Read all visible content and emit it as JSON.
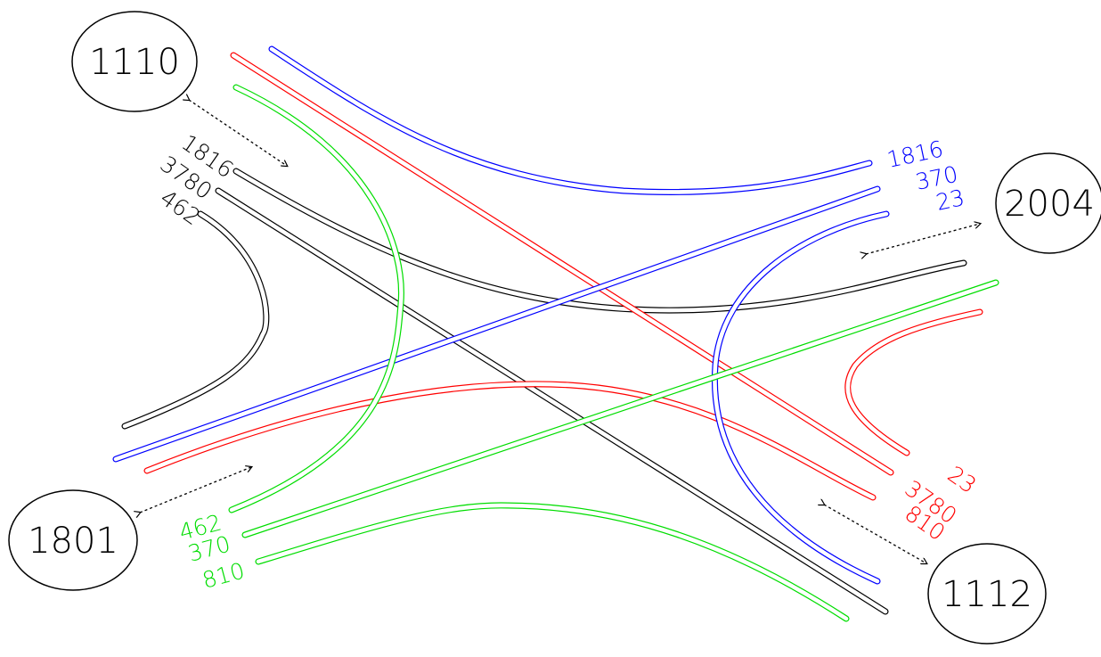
{
  "colors": {
    "black": "#000000",
    "red": "#ff0000",
    "blue": "#0000ff",
    "green": "#00dd00"
  },
  "nodes": {
    "nw": "1110",
    "ne": "2004",
    "sw": "1801",
    "se": "1112"
  },
  "volumes": {
    "nw": [
      "1816",
      "3780",
      "462"
    ],
    "ne": [
      "1816",
      "370",
      "23"
    ],
    "se": [
      "23",
      "3780",
      "810"
    ],
    "sw": [
      "462",
      "370",
      "810"
    ]
  }
}
